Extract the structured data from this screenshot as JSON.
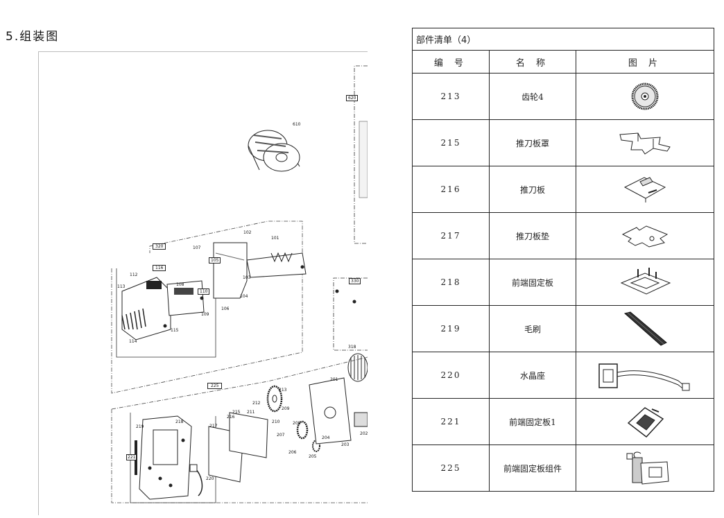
{
  "section_heading": "5.组装图",
  "diagram": {
    "group_labels": [
      "620",
      "320",
      "116",
      "105",
      "110",
      "330",
      "225",
      "221"
    ],
    "callouts": [
      "610",
      "102",
      "101",
      "107",
      "103",
      "104",
      "106",
      "112",
      "108",
      "113",
      "109",
      "115",
      "114",
      "318",
      "201",
      "213",
      "212",
      "209",
      "215",
      "211",
      "210",
      "216",
      "208",
      "207",
      "204",
      "206",
      "205",
      "203",
      "202",
      "219",
      "218",
      "217",
      "220"
    ]
  },
  "parts_list": {
    "title": "部件清单（4）",
    "headers": [
      "编 号",
      "名 称",
      "图 片"
    ],
    "rows": [
      {
        "number": "213",
        "name": "齿轮4",
        "icon": "gear-icon"
      },
      {
        "number": "215",
        "name": "推刀板罩",
        "icon": "cutter-plate-cover-icon"
      },
      {
        "number": "216",
        "name": "推刀板",
        "icon": "cutter-plate-icon"
      },
      {
        "number": "217",
        "name": "推刀板垫",
        "icon": "cutter-plate-pad-icon"
      },
      {
        "number": "218",
        "name": "前端固定板",
        "icon": "front-fixing-plate-icon"
      },
      {
        "number": "219",
        "name": "毛刷",
        "icon": "brush-icon"
      },
      {
        "number": "220",
        "name": "水晶座",
        "icon": "crystal-socket-icon"
      },
      {
        "number": "221",
        "name": "前端固定板1",
        "icon": "front-fixing-plate-1-icon"
      },
      {
        "number": "225",
        "name": "前端固定板组件",
        "icon": "front-plate-assembly-icon"
      }
    ]
  }
}
